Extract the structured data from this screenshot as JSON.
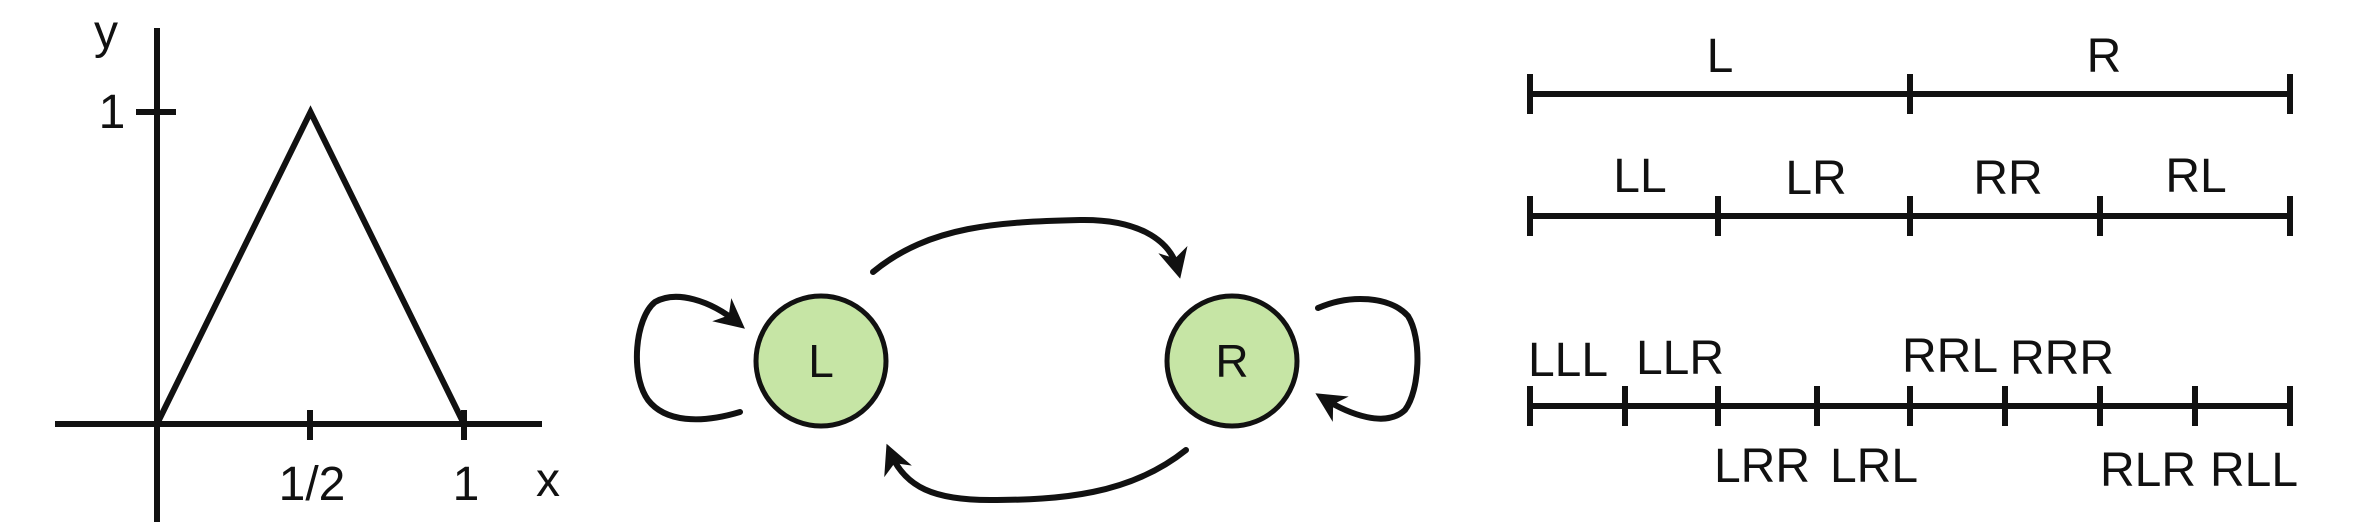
{
  "plot": {
    "y_label": "y",
    "x_label": "x",
    "y_tick_1": "1",
    "x_tick_half": "1/2",
    "x_tick_1": "1",
    "line_points": [
      [
        0,
        0
      ],
      [
        0.5,
        1
      ],
      [
        1,
        0
      ]
    ]
  },
  "graph": {
    "node_left": "L",
    "node_right": "R",
    "node_fill": "#c6e5a5"
  },
  "intervals": {
    "level1": [
      "L",
      "R"
    ],
    "level2": [
      "LL",
      "LR",
      "RR",
      "RL"
    ],
    "level3_top": [
      "LLL",
      "LLR",
      "RRL",
      "RRR"
    ],
    "level3_bottom": [
      "LRR",
      "LRL",
      "RLR",
      "RLL"
    ]
  }
}
